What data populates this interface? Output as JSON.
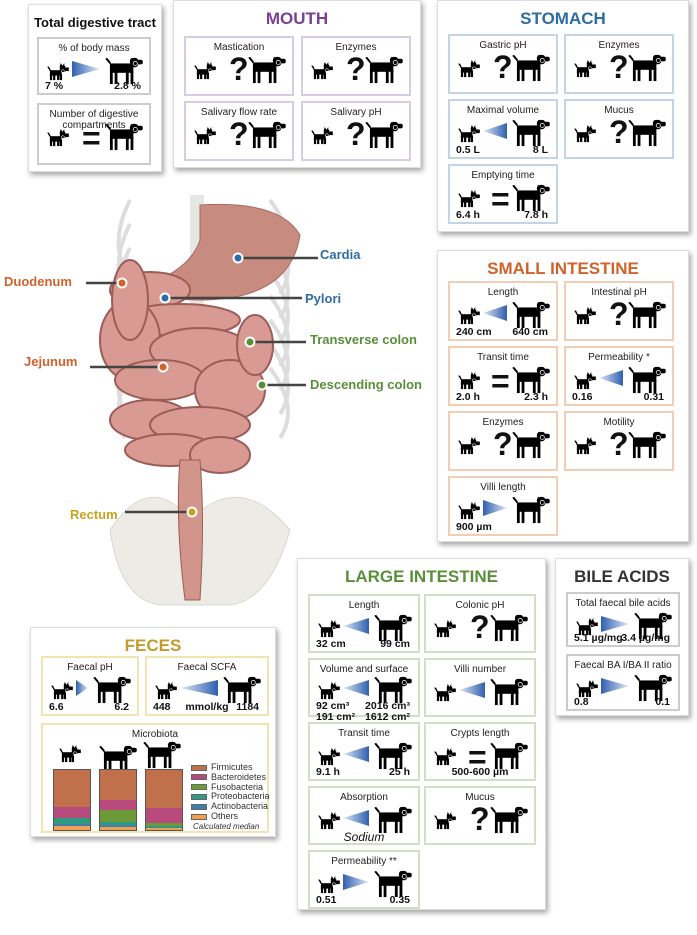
{
  "colors": {
    "mouth": "#7b3f98",
    "stomach": "#2e6da4",
    "small_intestine": "#d0622c",
    "large_intestine": "#5a8f3a",
    "feces": "#c49a2c",
    "bile_acids": "#333333",
    "wedge": "#2f5fb0"
  },
  "panels": {
    "total": {
      "title": "Total digestive tract",
      "boxes": [
        {
          "label": "% of body mass",
          "mode": "decrease",
          "left": "7 %",
          "right": "2.8 %"
        },
        {
          "label": "Number of digestive compartments",
          "mode": "equal"
        }
      ]
    },
    "mouth": {
      "title": "MOUTH",
      "boxes": [
        {
          "label": "Mastication",
          "mode": "unknown"
        },
        {
          "label": "Enzymes",
          "mode": "unknown"
        },
        {
          "label": "Salivary flow rate",
          "mode": "unknown"
        },
        {
          "label": "Salivary pH",
          "mode": "unknown"
        }
      ]
    },
    "stomach": {
      "title": "STOMACH",
      "boxes": [
        {
          "label": "Gastric pH",
          "mode": "unknown"
        },
        {
          "label": "Enzymes",
          "mode": "unknown"
        },
        {
          "label": "Maximal volume",
          "mode": "increase",
          "left": "0.5 L",
          "right": "8 L"
        },
        {
          "label": "Mucus",
          "mode": "unknown"
        },
        {
          "label": "Emptying time",
          "mode": "equal",
          "left": "6.4 h",
          "right": "7.8 h"
        }
      ]
    },
    "small_intestine": {
      "title": "SMALL INTESTINE",
      "boxes": [
        {
          "label": "Length",
          "mode": "increase",
          "left": "240 cm",
          "right": "640 cm"
        },
        {
          "label": "Intestinal pH",
          "mode": "unknown"
        },
        {
          "label": "Transit time",
          "mode": "equal",
          "left": "2.0 h",
          "right": "2.3 h"
        },
        {
          "label": "Permeability *",
          "mode": "increase",
          "left": "0.16",
          "right": "0.31"
        },
        {
          "label": "Enzymes",
          "mode": "unknown"
        },
        {
          "label": "Motility",
          "mode": "unknown"
        },
        {
          "label": "Villi length",
          "mode": "decrease",
          "left": "900 µm"
        }
      ]
    },
    "large_intestine": {
      "title": "LARGE INTESTINE",
      "boxes": [
        {
          "label": "Length",
          "mode": "increase",
          "left": "32 cm",
          "right": "99 cm"
        },
        {
          "label": "Colonic pH",
          "mode": "unknown"
        },
        {
          "label": "Volume and surface",
          "mode": "increase",
          "left": "92 cm³",
          "right": "2016 cm³",
          "left2": "191 cm²",
          "right2": "1612 cm²"
        },
        {
          "label": "Villi number",
          "mode": "increase"
        },
        {
          "label": "Transit time",
          "mode": "increase",
          "left": "9.1 h",
          "right": "25 h"
        },
        {
          "label": "Crypts length",
          "mode": "equal",
          "center": "500-600 µm"
        },
        {
          "label": "Absorption",
          "mode": "increase",
          "note": "Sodium"
        },
        {
          "label": "Mucus",
          "mode": "unknown"
        },
        {
          "label": "Permeability **",
          "mode": "decrease",
          "left": "0.51",
          "right": "0.35"
        }
      ]
    },
    "bile_acids": {
      "title": "BILE ACIDS",
      "boxes": [
        {
          "label": "Total faecal bile acids",
          "mode": "decrease",
          "left": "5.1 µg/mg",
          "right": "3.4 µg/mg"
        },
        {
          "label": "Faecal BA I/BA II ratio",
          "mode": "decrease",
          "left": "0.8",
          "right": "0.1"
        }
      ]
    },
    "feces": {
      "title": "FECES",
      "boxes": [
        {
          "label": "Faecal pH",
          "mode": "decrease",
          "left": "6.6",
          "right": "6.2"
        },
        {
          "label": "Faecal SCFA",
          "mode": "increase",
          "left": "448",
          "center": "mmol/kg",
          "right": "1184"
        }
      ],
      "microbiota": {
        "label": "Microbiota",
        "note": "Calculated median",
        "legend": [
          {
            "name": "Firmicutes",
            "color": "#c0704a"
          },
          {
            "name": "Bacteroidetes",
            "color": "#b84a7e"
          },
          {
            "name": "Fusobacteria",
            "color": "#6c9a36"
          },
          {
            "name": "Proteobacteria",
            "color": "#2e9a84"
          },
          {
            "name": "Actinobacteria",
            "color": "#3f7fb0"
          },
          {
            "name": "Others",
            "color": "#f0a050"
          }
        ],
        "bars_percent": [
          [
            62,
            18,
            0,
            10,
            4,
            6
          ],
          [
            50,
            17,
            20,
            5,
            3,
            5
          ],
          [
            64,
            24,
            5,
            3,
            1,
            3
          ]
        ]
      }
    }
  },
  "anatomy": {
    "labels": [
      {
        "text": "Duodenum",
        "color": "#d0622c"
      },
      {
        "text": "Cardia",
        "color": "#2e6da4"
      },
      {
        "text": "Pylori",
        "color": "#2e6da4"
      },
      {
        "text": "Transverse colon",
        "color": "#5a8f3a"
      },
      {
        "text": "Jejunum",
        "color": "#d0622c"
      },
      {
        "text": "Descending colon",
        "color": "#5a8f3a"
      },
      {
        "text": "Rectum",
        "color": "#c9a21f"
      }
    ]
  }
}
